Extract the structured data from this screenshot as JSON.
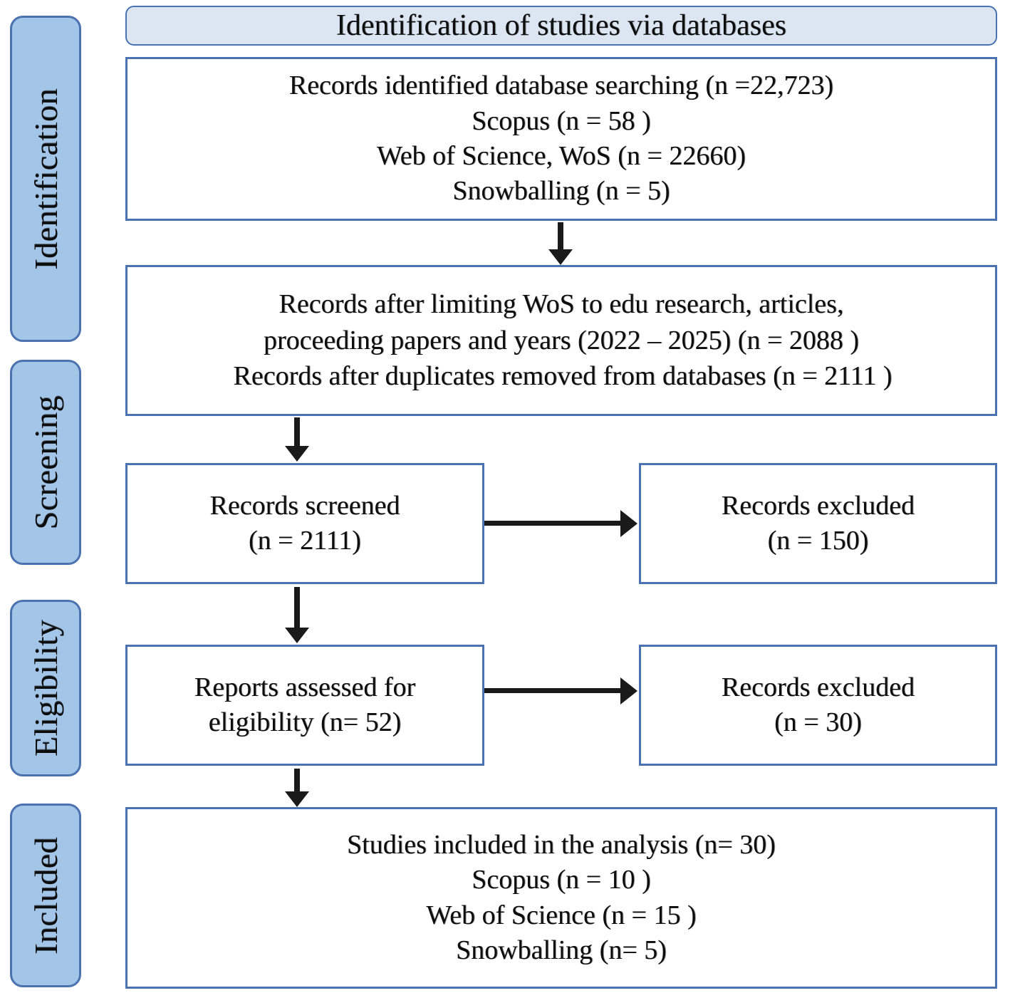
{
  "colors": {
    "stage_fill": "#a3c6e8",
    "stage_border": "#4a72b0",
    "banner_fill": "#dce6f2",
    "box_border": "#4a72b0",
    "box_fill": "#ffffff",
    "arrow": "#1a1a1a",
    "text": "#0d0d0d"
  },
  "banner": {
    "title": "Identification of studies via databases"
  },
  "stages": [
    {
      "id": "identification",
      "label": "Identification"
    },
    {
      "id": "screening",
      "label": "Screening"
    },
    {
      "id": "eligibility",
      "label": "Eligibility"
    },
    {
      "id": "included",
      "label": "Included"
    }
  ],
  "boxes": {
    "identified": {
      "lines": [
        "Records identified database searching (n =22,723)",
        "Scopus (n = 58 )",
        "Web of Science, WoS (n = 22660)",
        "Snowballing (n = 5)"
      ]
    },
    "after_limits": {
      "lines": [
        "Records after limiting WoS to edu research, articles,",
        "proceeding papers and years (2022 – 2025) (n = 2088 )",
        "Records after duplicates removed from databases (n = 2111 )"
      ]
    },
    "screened": {
      "lines": [
        "Records screened",
        "(n = 2111)"
      ]
    },
    "excluded_screening": {
      "lines": [
        "Records excluded",
        "(n = 150)"
      ]
    },
    "eligibility": {
      "lines": [
        "Reports assessed for",
        "eligibility (n= 52)"
      ]
    },
    "excluded_eligibility": {
      "lines": [
        "Records excluded",
        "(n = 30)"
      ]
    },
    "included": {
      "lines": [
        "Studies included in the analysis (n= 30)",
        "Scopus (n = 10 )",
        "Web of Science (n = 15 )",
        "Snowballing (n= 5)"
      ]
    }
  },
  "chart_data": {
    "type": "diagram",
    "title": "Identification of studies via databases",
    "diagram_kind": "PRISMA flow diagram",
    "stages": [
      "Identification",
      "Screening",
      "Eligibility",
      "Included"
    ],
    "nodes": [
      {
        "id": "identified",
        "stage": "Identification",
        "label": "Records identified database searching",
        "n": 22723
      },
      {
        "id": "identified_scopus",
        "stage": "Identification",
        "label": "Scopus",
        "n": 58
      },
      {
        "id": "identified_wos",
        "stage": "Identification",
        "label": "Web of Science, WoS",
        "n": 22660
      },
      {
        "id": "identified_snowballing",
        "stage": "Identification",
        "label": "Snowballing",
        "n": 5
      },
      {
        "id": "after_limits",
        "stage": "Identification",
        "label": "Records after limiting WoS to edu research, articles, proceeding papers and years (2022 – 2025)",
        "n": 2088
      },
      {
        "id": "after_duplicates",
        "stage": "Identification",
        "label": "Records after duplicates removed from databases",
        "n": 2111
      },
      {
        "id": "screened",
        "stage": "Screening",
        "label": "Records screened",
        "n": 2111
      },
      {
        "id": "excluded_screening",
        "stage": "Screening",
        "label": "Records excluded",
        "n": 150
      },
      {
        "id": "eligibility",
        "stage": "Eligibility",
        "label": "Reports assessed for eligibility",
        "n": 52
      },
      {
        "id": "excluded_eligibility",
        "stage": "Eligibility",
        "label": "Records excluded",
        "n": 30
      },
      {
        "id": "included",
        "stage": "Included",
        "label": "Studies included in the analysis",
        "n": 30
      },
      {
        "id": "included_scopus",
        "stage": "Included",
        "label": "Scopus",
        "n": 10
      },
      {
        "id": "included_wos",
        "stage": "Included",
        "label": "Web of Science",
        "n": 15
      },
      {
        "id": "included_snowballing",
        "stage": "Included",
        "label": "Snowballing",
        "n": 5
      }
    ],
    "edges": [
      {
        "from": "identified",
        "to": "after_limits",
        "direction": "down"
      },
      {
        "from": "after_limits",
        "to": "screened",
        "direction": "down"
      },
      {
        "from": "screened",
        "to": "excluded_screening",
        "direction": "right"
      },
      {
        "from": "screened",
        "to": "eligibility",
        "direction": "down"
      },
      {
        "from": "eligibility",
        "to": "excluded_eligibility",
        "direction": "right"
      },
      {
        "from": "eligibility",
        "to": "included",
        "direction": "down"
      }
    ],
    "year_range": [
      2022,
      2025
    ]
  }
}
